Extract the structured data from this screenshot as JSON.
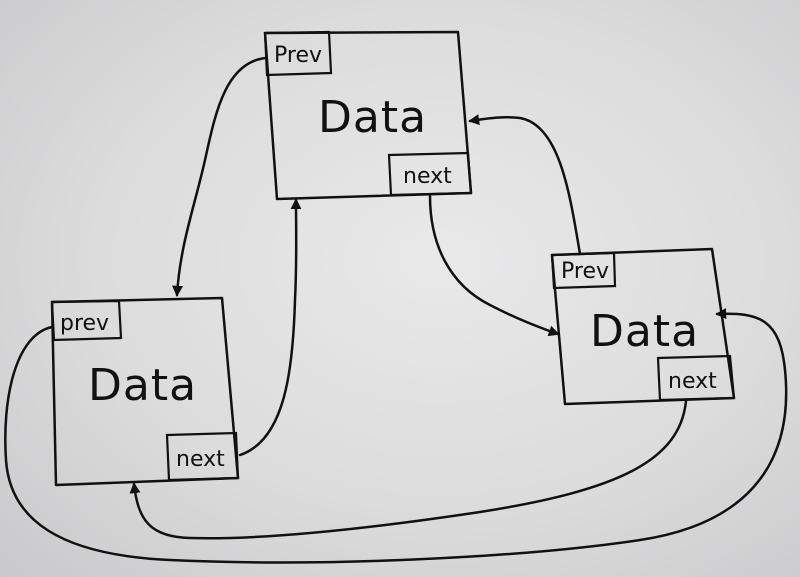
{
  "diagram": {
    "nodes": [
      {
        "id": "top",
        "prev_label": "Prev",
        "data_label": "Data",
        "next_label": "next"
      },
      {
        "id": "left",
        "prev_label": "prev",
        "data_label": "Data",
        "next_label": "next"
      },
      {
        "id": "right",
        "prev_label": "Prev",
        "data_label": "Data",
        "next_label": "next"
      }
    ],
    "edges": [
      {
        "from": "top.prev",
        "to": "left",
        "meaning": "prev pointer"
      },
      {
        "from": "left.next",
        "to": "top",
        "meaning": "next pointer"
      },
      {
        "from": "top.next",
        "to": "right",
        "meaning": "next pointer"
      },
      {
        "from": "right.prev",
        "to": "top",
        "meaning": "prev pointer"
      },
      {
        "from": "right.next",
        "to": "left",
        "meaning": "next pointer"
      },
      {
        "from": "left.prev",
        "to": "right",
        "meaning": "prev pointer"
      }
    ],
    "colors": {
      "ink": "#111111",
      "paper": "#e3e3e4"
    }
  }
}
